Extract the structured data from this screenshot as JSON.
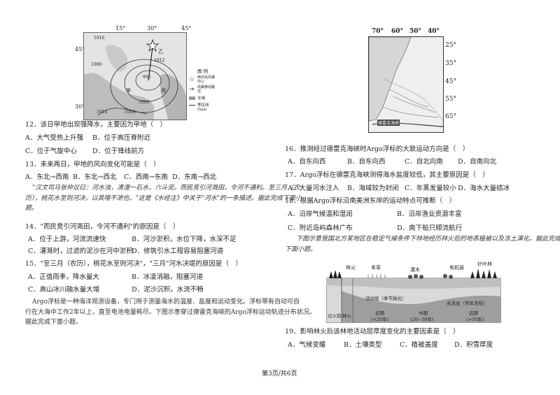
{
  "left_map": {
    "lon_labels": [
      "15°",
      "30°",
      "45°"
    ],
    "lat_labels": [
      "45°",
      "30°"
    ],
    "places": [
      "甲",
      "乙",
      "丙"
    ],
    "isobars": [
      "1016",
      "1008",
      "1000",
      "996",
      "1008",
      "1016",
      "1012"
    ],
    "legend": {
      "title": "图 例",
      "items": [
        "两日后风暴中心",
        "风暴移动路径",
        "水域",
        "等压线"
      ],
      "unit": "(hpa)"
    }
  },
  "right_map": {
    "lon_labels": [
      "70°",
      "60°",
      "50°",
      "40°"
    ],
    "lat_labels": [
      "25°",
      "35°",
      "45°",
      "55°",
      "65°"
    ],
    "current_label": "德雷克海峡"
  },
  "questions_left": [
    {
      "id": "q12",
      "stem": "12．该日甲地出现强降水，主要因为甲地（　）",
      "options": [
        "A．大气受热上升强",
        "B．位于高压脊附近",
        "C．位于气旋中心",
        "D．位于锋线前方"
      ]
    },
    {
      "id": "q13",
      "stem": "13．未来两日，甲地的风向变化可能是（　）",
      "options": [
        "A．东北→西南",
        "B．东北→西北",
        "C．西南→东南",
        "D．东南→西北"
      ]
    }
  ],
  "passage1": [
    "\"汉文司马张仲议曰：河水浊，清澄一石水，六斗泥。而民竞引河溉田，令河不通利。至三月（农",
    "历），桃花水至则河决，以其噎不泄也。\"这是《水经注》中关于\"河水\"的一条描述。据此完成下面小",
    "题。"
  ],
  "questions_left2": [
    {
      "id": "q14",
      "stem": "14．\"而民竞引河溉田，令河不通利\"的原因是（　）",
      "options": [
        "A．位于上游，河流流速快",
        "B．河沙淤积，水位下降，水深不足",
        "C．灌溉时，过滤的泥沙在河中淤积",
        "D．修筑引水工程容易阻塞河道"
      ]
    },
    {
      "id": "q15",
      "stem": "15．\"至三月（农历），桃花水至则河决\"，\"三月\"河水决堤的原因是（　）",
      "options": [
        "A．正值雨季，降水量大",
        "B．冰凌消融，阻塞河道",
        "C．高山冰川融水量大增",
        "D．泥沙沉积，水流不畅"
      ]
    }
  ],
  "passage2": [
    "Argo浮标是一种海洋观测设备，专门用于测量海水的温度、盐度和运动变化。浮标带有自动可自",
    "行在大海中工作2年以上，直至电池电量耗尽。下图示意穿过德雷克海峡的Argo浮标运动轨迹分布状况。",
    "据此完成下面小题。"
  ],
  "questions_right": [
    {
      "id": "q16",
      "stem": "16．推测经过德雷克海峡时Argo浮标的大致运动方向是（　）",
      "options": [
        "A．自东向西",
        "B．自东向西",
        "C．自北向南",
        "D．自南向北"
      ]
    },
    {
      "id": "q17",
      "stem": "17．Argo浮标在德雷克海峡测得海水盐度较低，其主要原因是（　）",
      "options": [
        "A．大量河水注入",
        "B．海域较为封闭",
        "C．年蒸发量较小",
        "D．海水大量结冰"
      ]
    },
    {
      "id": "q18",
      "stem": "18．根据Argo浮标沿南美洲东岸的运动特点可推断（　）",
      "options": [
        "A．沿岸气候温和湿润",
        "B．沿岸渔业资源丰富",
        "C．附近岛屿森林广布",
        "D．南下船只顺流航行"
      ]
    }
  ],
  "passage3": [
    "下图示意我国北方某地区在稳定气候条件下林地经历林火后的地表植被以及冻土演化。据此完成",
    "下面小题。"
  ],
  "fire_diagram": {
    "labels": [
      "林火",
      "禾草",
      "灌木",
      "有机层",
      "针叶林",
      "过火前",
      "林火",
      "活动层（季节融化）",
      "永冻层（常年冻结）",
      "近期",
      "(<20年)",
      "中期",
      "(20~50年)",
      "远期",
      "(>50年)"
    ]
  },
  "question19": {
    "id": "q19",
    "stem": "19．影响林火后该林地活动层厚度变化的主要因素是（　）",
    "options": [
      "A．气候变暖",
      "B．土壤类型",
      "C．植被盖度",
      "D．积雪厚度"
    ]
  },
  "footer": "第3页/共6页"
}
